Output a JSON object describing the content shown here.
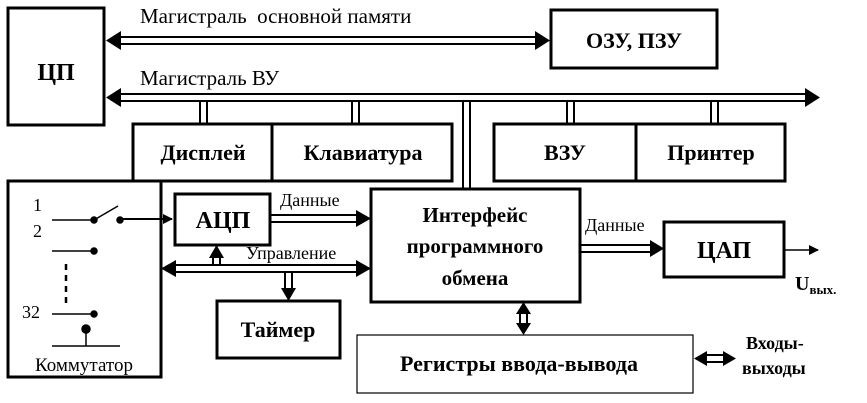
{
  "blocks": {
    "cpu": "ЦП",
    "ram_rom": "ОЗУ, ПЗУ",
    "display": "Дисплей",
    "keyboard": "Клавиатура",
    "ext_storage": "ВЗУ",
    "printer": "Принтер",
    "adc": "АЦП",
    "interface_line1": "Интерфейс",
    "interface_line2": "программного",
    "interface_line3": "обмена",
    "dac": "ЦАП",
    "timer": "Таймер",
    "io_registers": "Регистры ввода-вывода",
    "switch": "Коммутатор"
  },
  "buses": {
    "main_memory": "Магистраль  основной памяти",
    "peripheral": "Магистраль ВУ"
  },
  "signals": {
    "data_adc": "Данные",
    "control": "Управление",
    "data_dac": "Данные",
    "u_out_main": "U",
    "u_out_sub": "вых.",
    "io_line1": "Входы-",
    "io_line2": "выходы"
  },
  "switch_channels": {
    "ch1": "1",
    "ch2": "2",
    "ch32": "32"
  }
}
